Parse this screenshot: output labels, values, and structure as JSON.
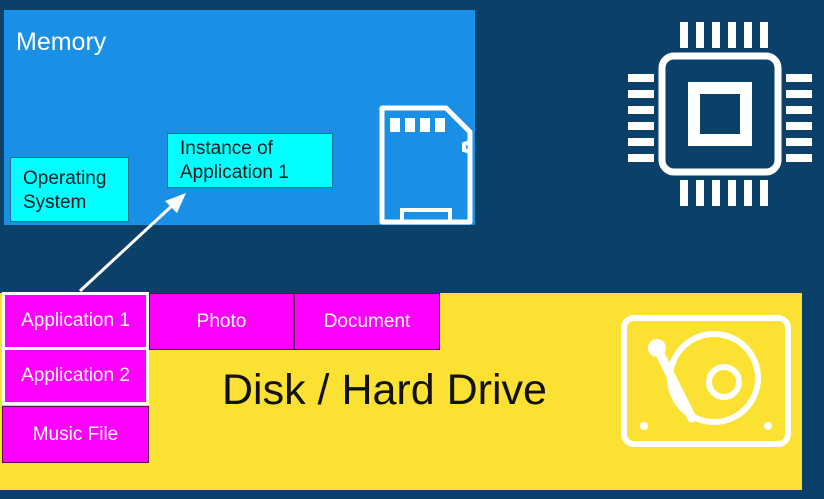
{
  "memory": {
    "title": "Memory",
    "operating_system": [
      "Operating",
      "System"
    ],
    "instance": [
      "Instance of",
      "Application 1"
    ],
    "bg_color": "#1a8fe6",
    "icon": "sd-card-icon"
  },
  "disk": {
    "title": "Disk / Hard Drive",
    "bg_color": "#fbe232",
    "icon": "hard-drive-icon",
    "items": {
      "app1": "Application 1",
      "app2": "Application 2",
      "music": "Music File",
      "photo": "Photo",
      "document": "Document"
    }
  },
  "cpu": {
    "icon": "cpu-chip-icon"
  },
  "arrow": {
    "from": "Application 1",
    "to": "Instance of Application 1"
  },
  "colors": {
    "background": "#0b4069",
    "process_box": "#00ffff",
    "file_box": "#ff00ff"
  }
}
